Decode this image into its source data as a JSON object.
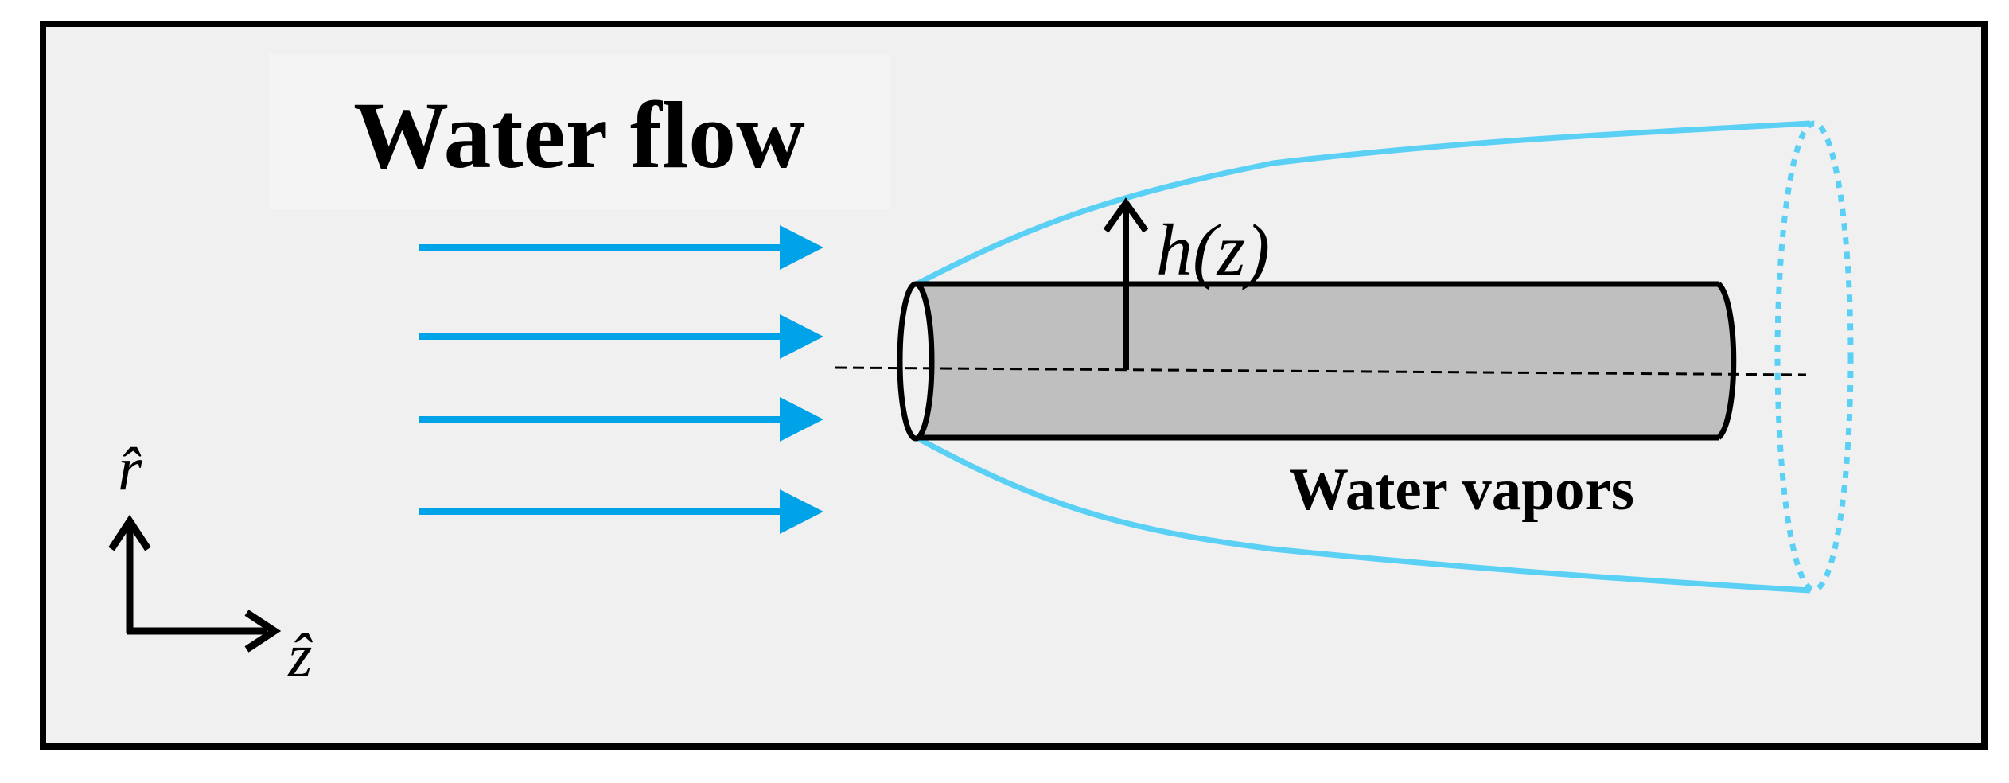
{
  "title": "Water flow",
  "vapor_label": "Water vapors",
  "height_label": "h(z)",
  "axis_r": "r̂",
  "axis_z": "ẑ",
  "colors": {
    "frame": "#000000",
    "panel_bg": "#f0f0f0",
    "title_bg": "#f4f4f4",
    "flow_arrow": "#00a2e8",
    "vapor_envelope": "#5bd0f5",
    "cylinder_fill": "#bfbfbf",
    "ink": "#000000"
  },
  "flow_arrows_count": 4
}
